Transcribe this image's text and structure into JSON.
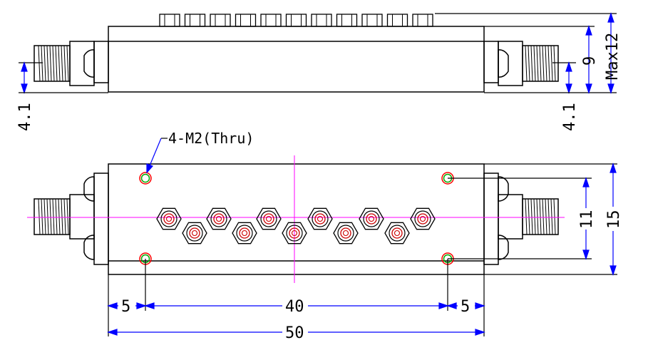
{
  "drawing": {
    "title": "Cavity filter outline drawing",
    "colors": {
      "outline": "#000000",
      "dimension": "#0000ff",
      "centerline": "#ff00ff",
      "hole_outer": "#ff0000",
      "hole_inner": "#00aa00",
      "tuning_screw": "#cc0000"
    }
  },
  "labels": {
    "mount_holes": "4-M2(Thru)",
    "height_body": "9",
    "height_max": "Max12",
    "connector_offset_left": "4.1",
    "connector_offset_right": "4.1",
    "width_total": "15",
    "hole_spacing_vertical": "11",
    "edge_left": "5",
    "hole_spacing_horizontal": "40",
    "edge_right": "5",
    "length_total": "50"
  }
}
